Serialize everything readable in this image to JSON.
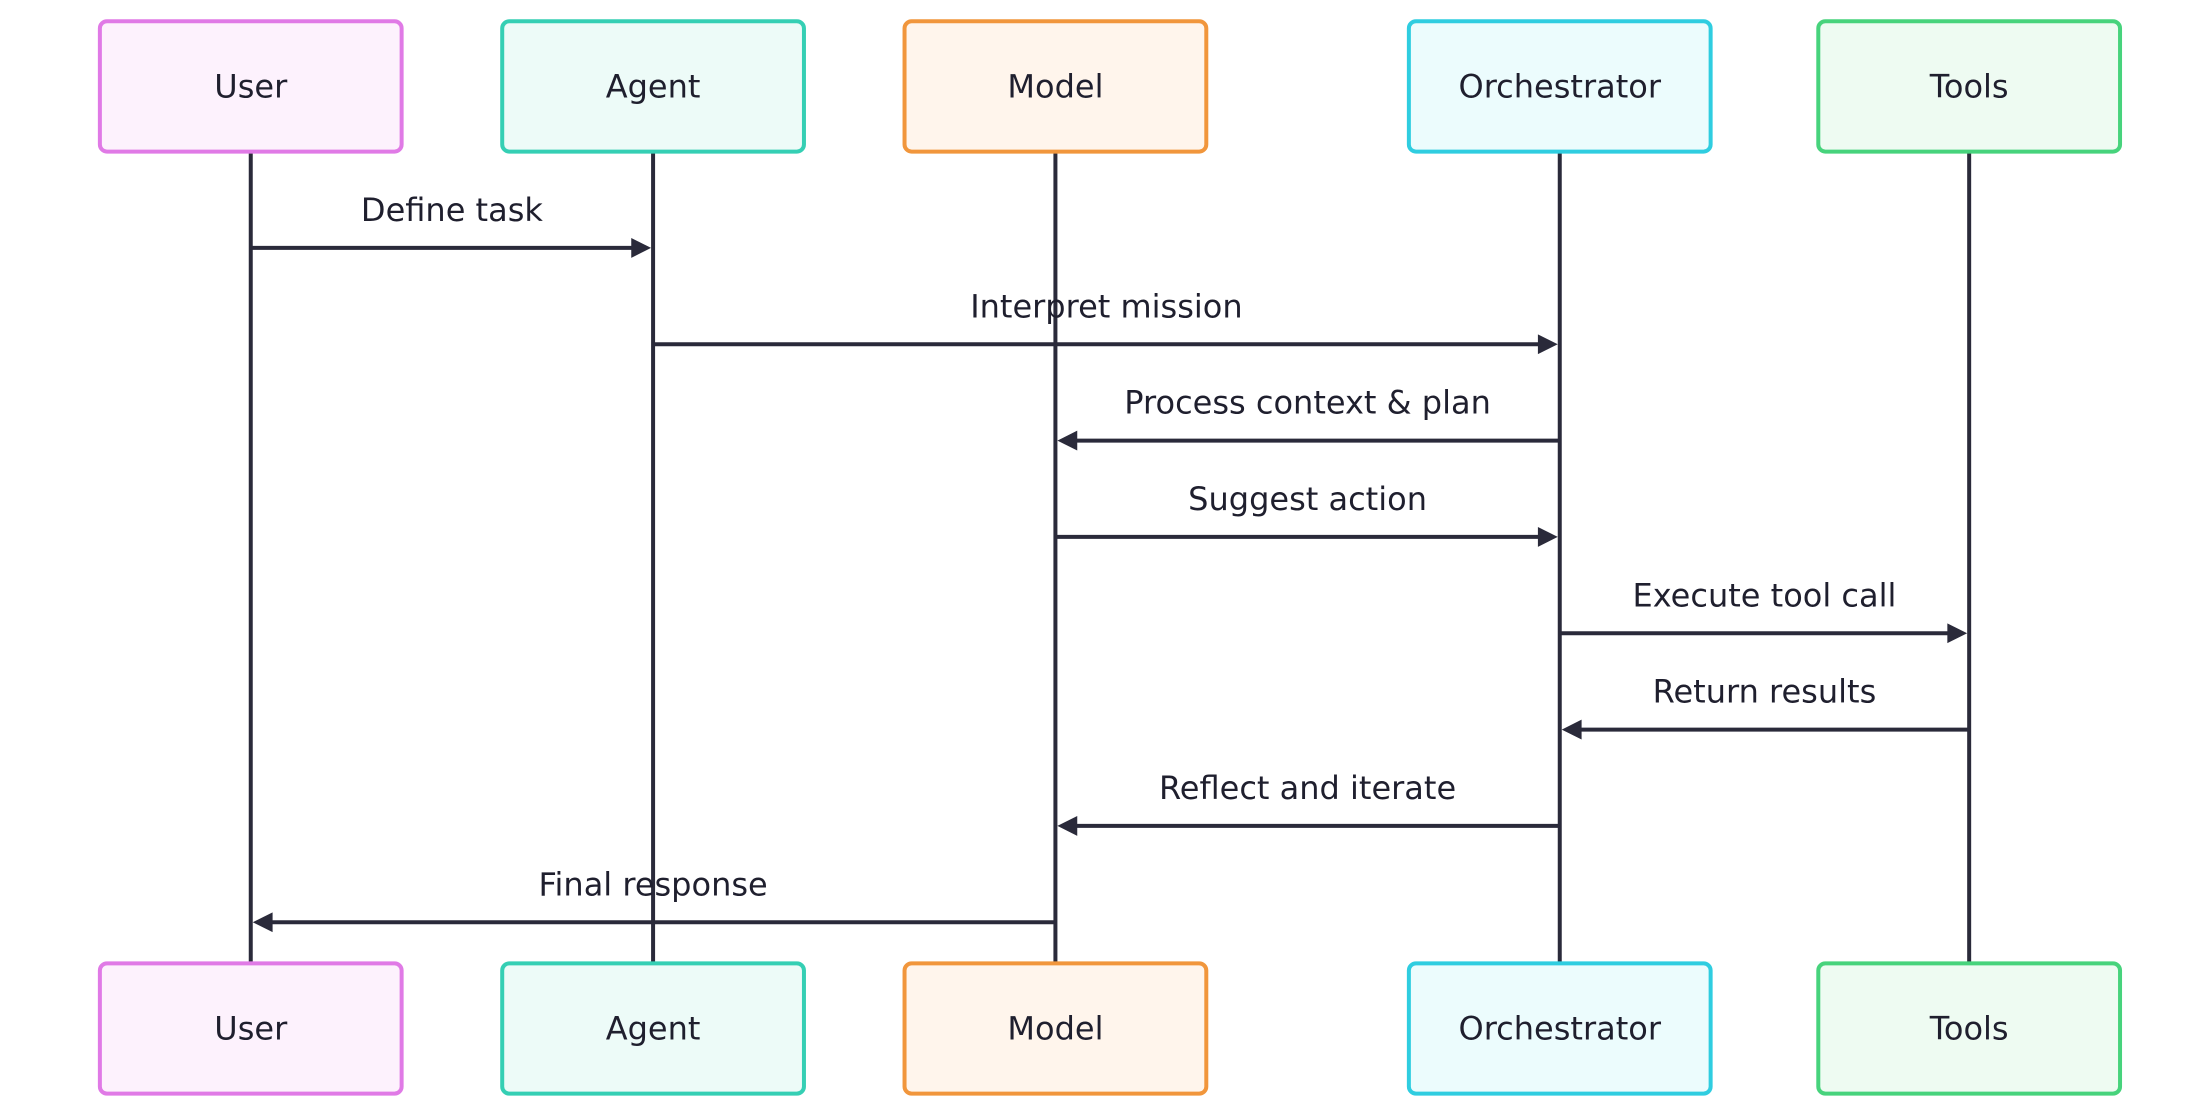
{
  "actors": [
    {
      "id": "user",
      "label": "User",
      "stroke": "#e07ae6",
      "fill": "#fdf2fd"
    },
    {
      "id": "agent",
      "label": "Agent",
      "stroke": "#35cfb4",
      "fill": "#edfbf8"
    },
    {
      "id": "model",
      "label": "Model",
      "stroke": "#f1963c",
      "fill": "#fff5ec"
    },
    {
      "id": "orchestrator",
      "label": "Orchestrator",
      "stroke": "#2fcde0",
      "fill": "#ecfcfd"
    },
    {
      "id": "tools",
      "label": "Tools",
      "stroke": "#47d37c",
      "fill": "#eefbf2"
    }
  ],
  "messages": [
    {
      "label": "Define task",
      "from": "user",
      "to": "agent"
    },
    {
      "label": "Interpret mission",
      "from": "agent",
      "to": "orchestrator"
    },
    {
      "label": "Process context & plan",
      "from": "orchestrator",
      "to": "model"
    },
    {
      "label": "Suggest action",
      "from": "model",
      "to": "orchestrator"
    },
    {
      "label": "Execute tool call",
      "from": "orchestrator",
      "to": "tools"
    },
    {
      "label": "Return results",
      "from": "tools",
      "to": "orchestrator"
    },
    {
      "label": "Reflect and iterate",
      "from": "orchestrator",
      "to": "model"
    },
    {
      "label": "Final response",
      "from": "model",
      "to": "user"
    }
  ],
  "line_color": "#2a2a3a"
}
